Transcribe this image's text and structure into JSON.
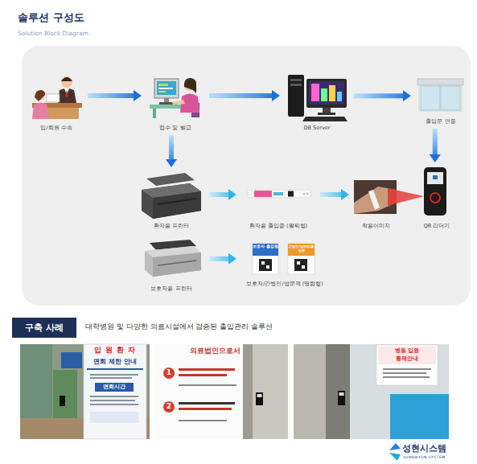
{
  "diagram": {
    "title": "솔루션 구성도",
    "nodes": [
      {
        "text": [
          "입/퇴원 수속"
        ]
      },
      {
        "text": [
          "접수 및 발급"
        ]
      },
      {
        "text": [
          "DB Server"
        ]
      },
      {
        "text": [
          "출입문 연동"
        ]
      },
      {
        "text": [
          "환자용 프린터"
        ]
      },
      {
        "text": [
          "환자용 출입증 (팔찌형)"
        ]
      },
      {
        "text": [
          "착용이미지"
        ]
      },
      {
        "text": [
          "QR 리더기"
        ]
      },
      {
        "text": [
          "보호자용 프린터"
        ]
      },
      {
        "text": [
          "보호자/간병인/방문객 (명함형)"
        ]
      },
      {
        "text": [
          "구축 사례"
        ]
      }
    ],
    "edges": [
      {
        "from": 0,
        "to": 1,
        "arrow": "to"
      },
      {
        "from": 1,
        "to": 2,
        "arrow": "to"
      },
      {
        "from": 2,
        "to": 3,
        "arrow": "to"
      },
      {
        "from": 1,
        "to": 4,
        "arrow": "to"
      },
      {
        "from": 4,
        "to": 5,
        "arrow": "to"
      },
      {
        "from": 5,
        "to": 6,
        "arrow": "to"
      },
      {
        "from": 3,
        "to": 7,
        "arrow": "to"
      },
      {
        "from": 8,
        "to": 9,
        "arrow": "to"
      }
    ],
    "labels": [
      "Solution Block Diagram",
      "대학병원 및 다양한 의료시설에서 검증된 출입관리 솔루션",
      "보호자 출입증",
      "간병인/방문객 출입증",
      "입원환자",
      "면회 제한 안내",
      "면회시간",
      "의료법인으로서",
      "1",
      "2",
      "병동 입원",
      "통제안내",
      "성현시스템",
      "SUNGHYUN SYSTEM"
    ]
  }
}
